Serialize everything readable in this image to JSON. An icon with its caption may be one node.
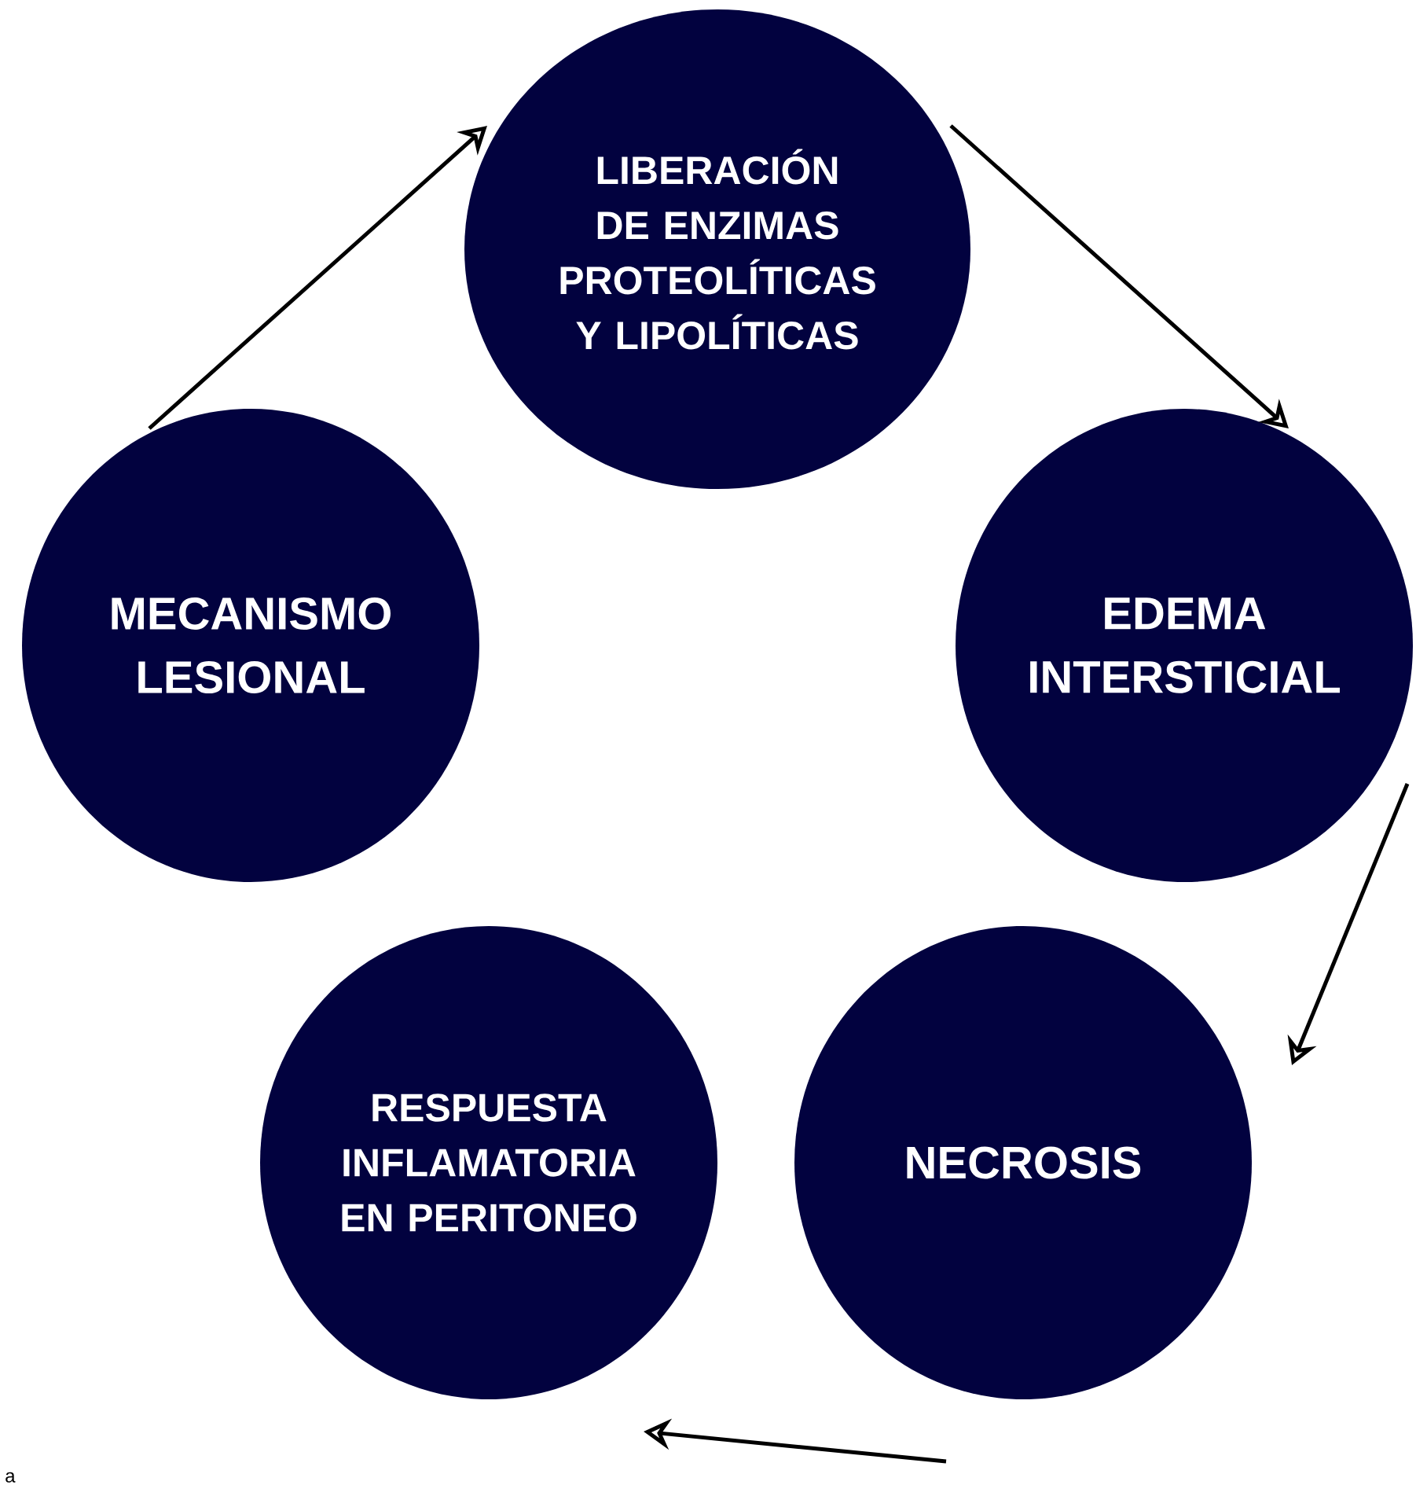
{
  "diagram": {
    "nodes": [
      {
        "text": [
          "MECANISMO LESIONAL"
        ]
      },
      {
        "text": [
          "LIBERACIÓN DE ENZIMAS PROTEOLÍTICAS Y LIPOLÍTICAS"
        ]
      },
      {
        "text": [
          "EDEMA INTERSTICIAL"
        ]
      },
      {
        "text": [
          "NECROSIS"
        ]
      },
      {
        "text": [
          "RESPUESTA INFLAMATORIA EN PERITONEO"
        ]
      }
    ],
    "edges": [
      {
        "from": 0,
        "to": 1,
        "arrow": "to"
      },
      {
        "from": 1,
        "to": 2,
        "arrow": "to"
      },
      {
        "from": 2,
        "to": 3,
        "arrow": "to"
      },
      {
        "from": 3,
        "to": 4,
        "arrow": "to"
      }
    ],
    "labels": [
      "a"
    ]
  }
}
